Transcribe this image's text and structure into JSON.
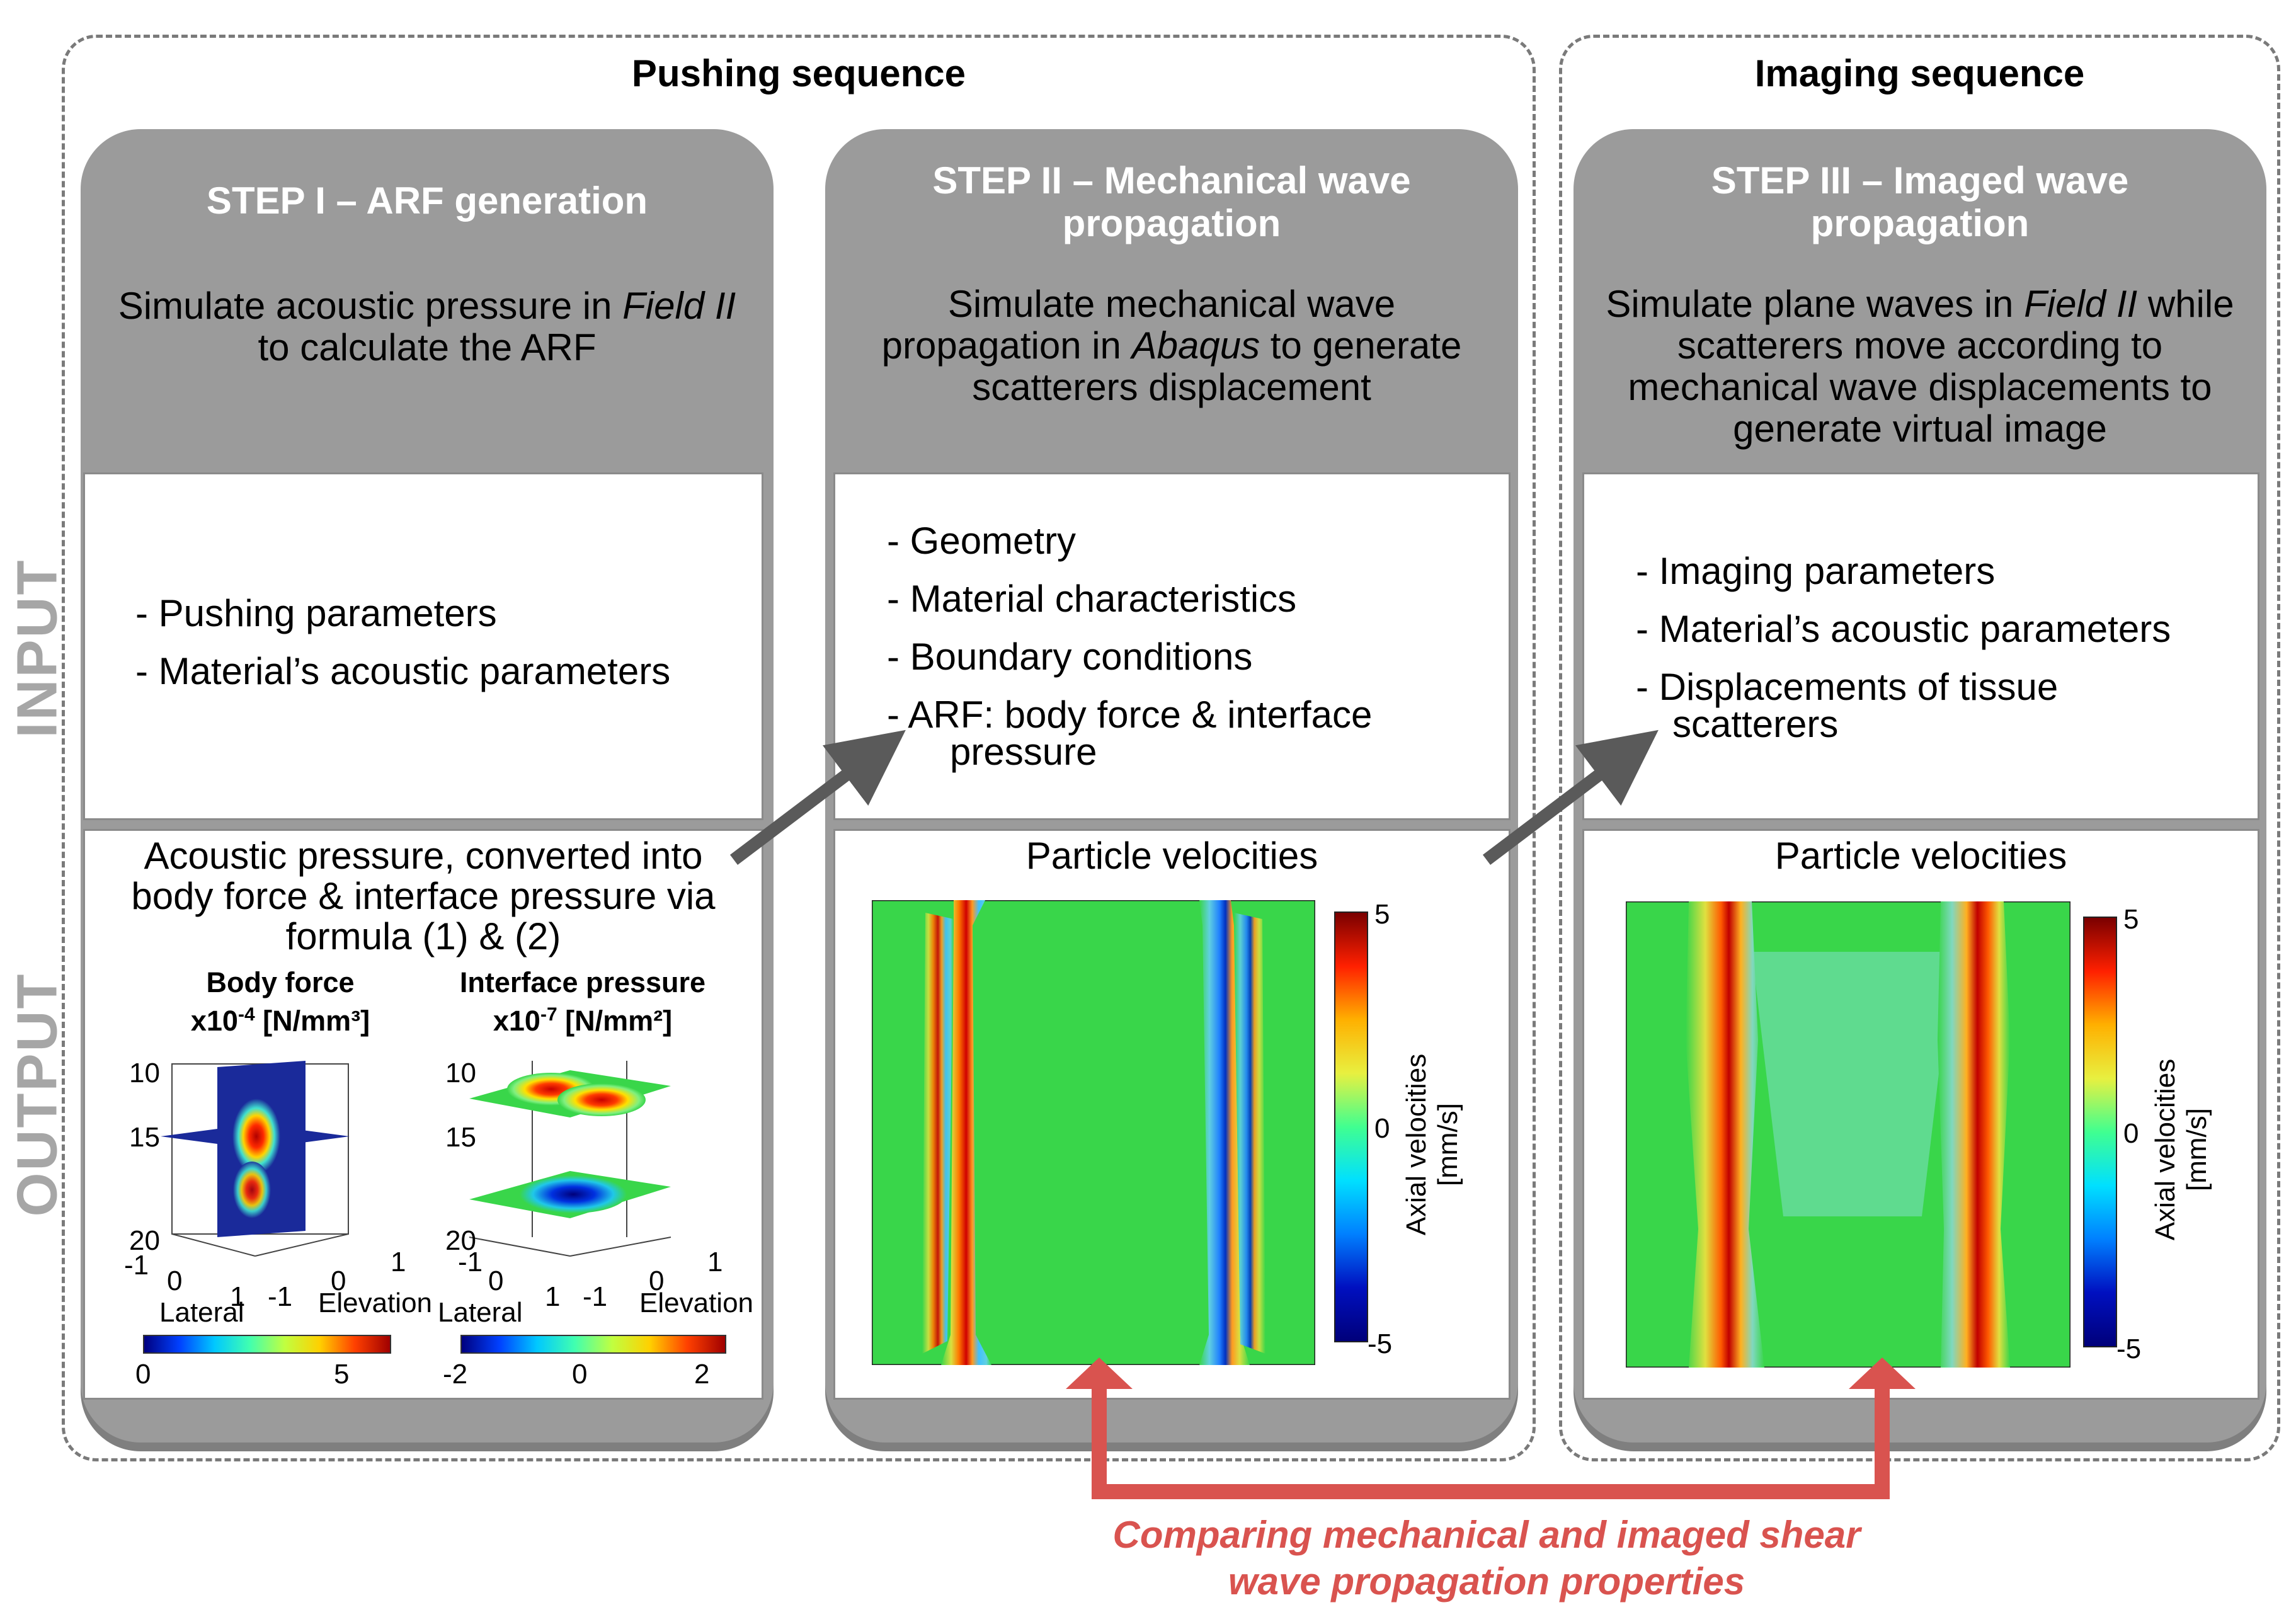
{
  "sequences": {
    "pushing": "Pushing sequence",
    "imaging": "Imaging sequence"
  },
  "side_labels": {
    "input": "INPUT",
    "output": "OUTPUT"
  },
  "steps": [
    {
      "title_line1": "STEP I – ARF generation",
      "title_line2": "",
      "desc_lines": [
        "Simulate acoustic pressure in ",
        "Field II",
        "to calculate the ARF"
      ],
      "inputs": [
        "- Pushing parameters",
        "- Material’s acoustic parameters"
      ],
      "output_title": [
        "Acoustic pressure, converted into",
        "body force & interface pressure via",
        "formula (1) & (2)"
      ]
    },
    {
      "title_line1": "STEP II – Mechanical wave",
      "title_line2": "propagation",
      "desc_lines": [
        "Simulate mechanical wave",
        "propagation in ",
        "Abaqus",
        " to generate",
        "scatterers displacement"
      ],
      "inputs": [
        "- Geometry",
        "- Material characteristics",
        "- Boundary conditions",
        "- ARF: body force & interface",
        "pressure"
      ],
      "output_title": "Particle velocities"
    },
    {
      "title_line1": "STEP III – Imaged wave",
      "title_line2": "propagation",
      "desc_lines": [
        "Simulate plane waves in ",
        "Field II",
        " while",
        "scatterers move according to",
        "mechanical wave displacements to",
        "generate virtual image"
      ],
      "inputs": [
        "- Imaging parameters",
        "- Material’s acoustic parameters",
        "- Displacements of tissue",
        "scatterers"
      ],
      "output_title": "Particle velocities"
    }
  ],
  "step1_plots": {
    "body_force": {
      "title": "Body force",
      "unit_pre": "x10",
      "unit_exp": "-4",
      "unit_post": " [N/mm³]",
      "z_ticks": [
        "10",
        "15",
        "20"
      ],
      "lat_ticks": [
        "-1",
        "0",
        "1"
      ],
      "elev_ticks": [
        "-1",
        "0",
        "1"
      ],
      "xlabel": "Lateral",
      "ylabel": "Elevation",
      "cbar_ticks": [
        "0",
        "5"
      ]
    },
    "interface_pressure": {
      "title": "Interface pressure",
      "unit_pre": "x10",
      "unit_exp": "-7",
      "unit_post": " [N/mm²]",
      "z_ticks": [
        "10",
        "15",
        "20"
      ],
      "lat_ticks": [
        "-1",
        "0",
        "1"
      ],
      "elev_ticks": [
        "-1",
        "0",
        "1"
      ],
      "xlabel": "Lateral",
      "ylabel": "Elevation",
      "cbar_ticks": [
        "-2",
        "0",
        "2"
      ]
    }
  },
  "velocity_maps": {
    "colorbar_label_1": "Axial velocities",
    "colorbar_label_2": "[mm/s]",
    "ticks": [
      "5",
      "0",
      "-5"
    ]
  },
  "comparison_text": [
    "Comparing mechanical and imaged shear",
    "wave propagation properties"
  ],
  "colors": {
    "column_gray": "#9b9b9b",
    "side_label_gray": "#a6a6a6",
    "arrow_gray": "#5a5a5a",
    "comparison_red": "#d9534f",
    "field_green": "#39d64a"
  }
}
